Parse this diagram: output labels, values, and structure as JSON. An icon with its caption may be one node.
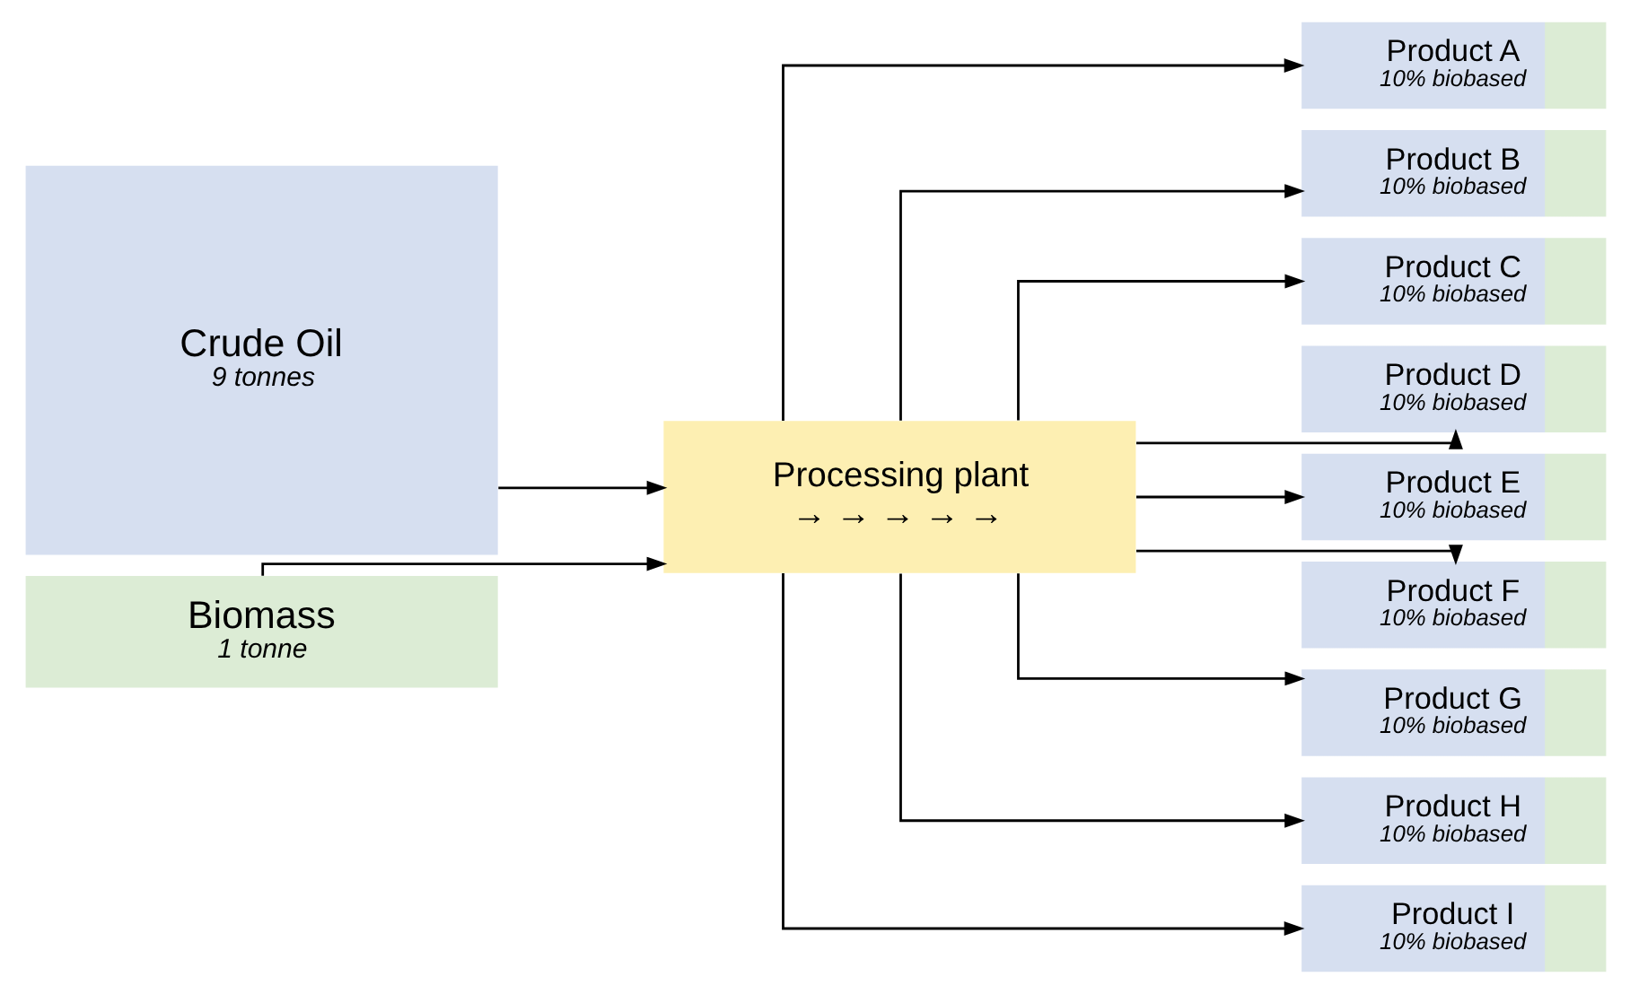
{
  "diagram": {
    "nodes": [
      {
        "text": [
          "Crude Oil",
          "9 tonnes"
        ]
      },
      {
        "text": [
          "Biomass",
          "1 tonne"
        ]
      },
      {
        "text": [
          "Processing plant",
          "→ → → → →"
        ]
      },
      {
        "text": [
          "Product A",
          "10% biobased"
        ]
      },
      {
        "text": [
          "Product B",
          "10% biobased"
        ]
      },
      {
        "text": [
          "Product C",
          "10% biobased"
        ]
      },
      {
        "text": [
          "Product D",
          "10% biobased"
        ]
      },
      {
        "text": [
          "Product E",
          "10% biobased"
        ]
      },
      {
        "text": [
          "Product F",
          "10% biobased"
        ]
      },
      {
        "text": [
          "Product G",
          "10% biobased"
        ]
      },
      {
        "text": [
          "Product H",
          "10% biobased"
        ]
      },
      {
        "text": [
          "Product I",
          "10% biobased"
        ]
      }
    ],
    "edges": [
      {
        "from": 0,
        "to": 2,
        "arrow": "to"
      },
      {
        "from": 1,
        "to": 2,
        "arrow": "to"
      },
      {
        "from": 2,
        "to": 3,
        "arrow": "to"
      },
      {
        "from": 2,
        "to": 4,
        "arrow": "to"
      },
      {
        "from": 2,
        "to": 5,
        "arrow": "to"
      },
      {
        "from": 2,
        "to": 6,
        "arrow": "to"
      },
      {
        "from": 2,
        "to": 7,
        "arrow": "to"
      },
      {
        "from": 2,
        "to": 8,
        "arrow": "to"
      },
      {
        "from": 2,
        "to": 9,
        "arrow": "to"
      },
      {
        "from": 2,
        "to": 10,
        "arrow": "to"
      },
      {
        "from": 2,
        "to": 11,
        "arrow": "to"
      }
    ]
  }
}
